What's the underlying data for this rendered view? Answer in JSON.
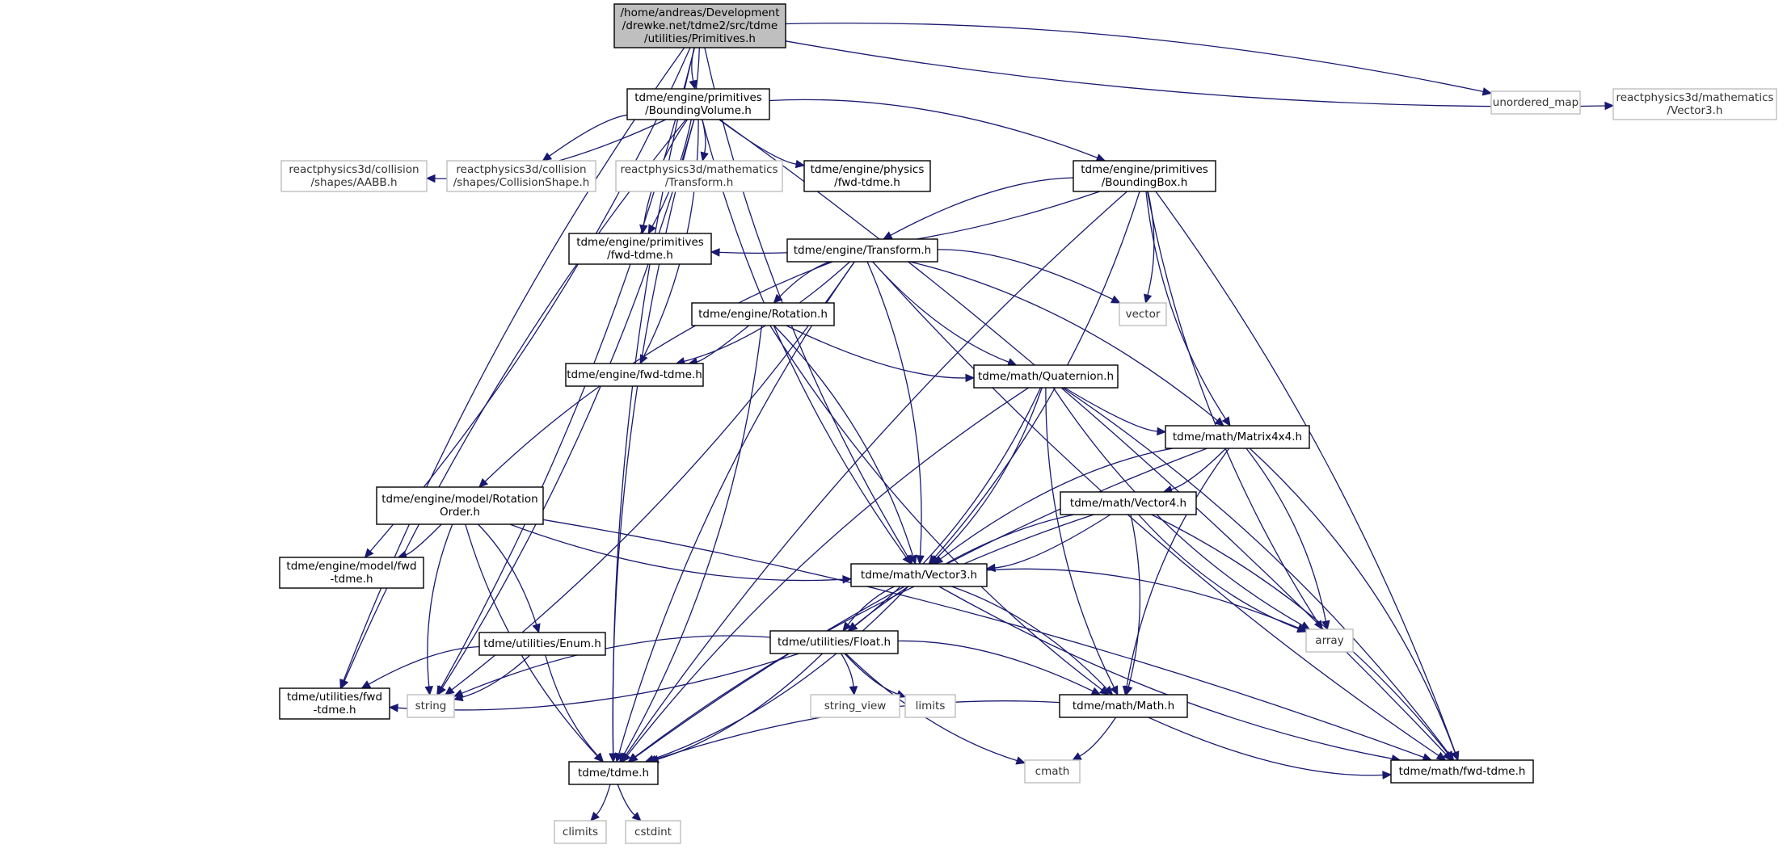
{
  "graph": {
    "colors": {
      "edge": "#191970",
      "root_fill": "#bfbfbf",
      "node_border": "#000000",
      "ext_border": "#bfbfbf"
    },
    "nodes": [
      {
        "id": "primitives",
        "lines": [
          "/home/andreas/Development",
          "/drewke.net/tdme2/src/tdme",
          "/utilities/Primitives.h"
        ],
        "kind": "root"
      },
      {
        "id": "boundingvolume",
        "lines": [
          "tdme/engine/primitives",
          "/BoundingVolume.h"
        ],
        "kind": "local"
      },
      {
        "id": "unordered_map",
        "lines": [
          "unordered_map"
        ],
        "kind": "ext"
      },
      {
        "id": "rp3d_vector3",
        "lines": [
          "reactphysics3d/mathematics",
          "/Vector3.h"
        ],
        "kind": "ext"
      },
      {
        "id": "rp3d_aabb",
        "lines": [
          "reactphysics3d/collision",
          "/shapes/AABB.h"
        ],
        "kind": "ext"
      },
      {
        "id": "rp3d_collisionshape",
        "lines": [
          "reactphysics3d/collision",
          "/shapes/CollisionShape.h"
        ],
        "kind": "ext"
      },
      {
        "id": "rp3d_transform",
        "lines": [
          "reactphysics3d/mathematics",
          "/Transform.h"
        ],
        "kind": "ext"
      },
      {
        "id": "physics_fwd",
        "lines": [
          "tdme/engine/physics",
          "/fwd-tdme.h"
        ],
        "kind": "local"
      },
      {
        "id": "boundingbox",
        "lines": [
          "tdme/engine/primitives",
          "/BoundingBox.h"
        ],
        "kind": "local"
      },
      {
        "id": "primitives_fwd",
        "lines": [
          "tdme/engine/primitives",
          "/fwd-tdme.h"
        ],
        "kind": "local"
      },
      {
        "id": "transform",
        "lines": [
          "tdme/engine/Transform.h"
        ],
        "kind": "local"
      },
      {
        "id": "vector",
        "lines": [
          "vector"
        ],
        "kind": "ext"
      },
      {
        "id": "rotation",
        "lines": [
          "tdme/engine/Rotation.h"
        ],
        "kind": "local"
      },
      {
        "id": "engine_fwd",
        "lines": [
          "tdme/engine/fwd-tdme.h"
        ],
        "kind": "local"
      },
      {
        "id": "quaternion",
        "lines": [
          "tdme/math/Quaternion.h"
        ],
        "kind": "local"
      },
      {
        "id": "matrix4x4",
        "lines": [
          "tdme/math/Matrix4x4.h"
        ],
        "kind": "local"
      },
      {
        "id": "rotationorder",
        "lines": [
          "tdme/engine/model/Rotation",
          "Order.h"
        ],
        "kind": "local"
      },
      {
        "id": "vector4",
        "lines": [
          "tdme/math/Vector4.h"
        ],
        "kind": "local"
      },
      {
        "id": "model_fwd",
        "lines": [
          "tdme/engine/model/fwd",
          "-tdme.h"
        ],
        "kind": "local"
      },
      {
        "id": "vector3",
        "lines": [
          "tdme/math/Vector3.h"
        ],
        "kind": "local"
      },
      {
        "id": "array",
        "lines": [
          "array"
        ],
        "kind": "ext"
      },
      {
        "id": "enum",
        "lines": [
          "tdme/utilities/Enum.h"
        ],
        "kind": "local"
      },
      {
        "id": "float",
        "lines": [
          "tdme/utilities/Float.h"
        ],
        "kind": "local"
      },
      {
        "id": "utilities_fwd",
        "lines": [
          "tdme/utilities/fwd",
          "-tdme.h"
        ],
        "kind": "local"
      },
      {
        "id": "string",
        "lines": [
          "string"
        ],
        "kind": "ext"
      },
      {
        "id": "string_view",
        "lines": [
          "string_view"
        ],
        "kind": "ext"
      },
      {
        "id": "limits",
        "lines": [
          "limits"
        ],
        "kind": "ext"
      },
      {
        "id": "math",
        "lines": [
          "tdme/math/Math.h"
        ],
        "kind": "local"
      },
      {
        "id": "tdme",
        "lines": [
          "tdme/tdme.h"
        ],
        "kind": "local"
      },
      {
        "id": "cmath",
        "lines": [
          "cmath"
        ],
        "kind": "ext"
      },
      {
        "id": "math_fwd",
        "lines": [
          "tdme/math/fwd-tdme.h"
        ],
        "kind": "local"
      },
      {
        "id": "climits",
        "lines": [
          "climits"
        ],
        "kind": "ext"
      },
      {
        "id": "cstdint",
        "lines": [
          "cstdint"
        ],
        "kind": "ext"
      }
    ],
    "edges": [
      [
        "primitives",
        "boundingvolume"
      ],
      [
        "primitives",
        "unordered_map"
      ],
      [
        "primitives",
        "rp3d_vector3"
      ],
      [
        "primitives",
        "primitives_fwd"
      ],
      [
        "primitives",
        "vector3"
      ],
      [
        "primitives",
        "model_fwd"
      ],
      [
        "primitives",
        "utilities_fwd"
      ],
      [
        "primitives",
        "string"
      ],
      [
        "primitives",
        "tdme"
      ],
      [
        "boundingvolume",
        "rp3d_aabb"
      ],
      [
        "boundingvolume",
        "rp3d_collisionshape"
      ],
      [
        "boundingvolume",
        "rp3d_transform"
      ],
      [
        "boundingvolume",
        "physics_fwd"
      ],
      [
        "boundingvolume",
        "boundingbox"
      ],
      [
        "boundingvolume",
        "primitives_fwd"
      ],
      [
        "boundingvolume",
        "engine_fwd"
      ],
      [
        "boundingvolume",
        "vector3"
      ],
      [
        "boundingvolume",
        "math_fwd"
      ],
      [
        "boundingvolume",
        "utilities_fwd"
      ],
      [
        "boundingvolume",
        "string"
      ],
      [
        "boundingvolume",
        "tdme"
      ],
      [
        "boundingbox",
        "primitives_fwd"
      ],
      [
        "boundingbox",
        "transform"
      ],
      [
        "boundingbox",
        "vector"
      ],
      [
        "boundingbox",
        "array"
      ],
      [
        "boundingbox",
        "vector3"
      ],
      [
        "boundingbox",
        "matrix4x4"
      ],
      [
        "boundingbox",
        "math_fwd"
      ],
      [
        "boundingbox",
        "tdme"
      ],
      [
        "transform",
        "vector"
      ],
      [
        "transform",
        "rotation"
      ],
      [
        "transform",
        "engine_fwd"
      ],
      [
        "transform",
        "quaternion"
      ],
      [
        "transform",
        "matrix4x4"
      ],
      [
        "transform",
        "rotationorder"
      ],
      [
        "transform",
        "vector3"
      ],
      [
        "transform",
        "math_fwd"
      ],
      [
        "transform",
        "string"
      ],
      [
        "transform",
        "tdme"
      ],
      [
        "rotation",
        "engine_fwd"
      ],
      [
        "rotation",
        "quaternion"
      ],
      [
        "rotation",
        "vector3"
      ],
      [
        "rotation",
        "math"
      ],
      [
        "rotation",
        "tdme"
      ],
      [
        "quaternion",
        "matrix4x4"
      ],
      [
        "quaternion",
        "vector3"
      ],
      [
        "quaternion",
        "array"
      ],
      [
        "quaternion",
        "float"
      ],
      [
        "quaternion",
        "math"
      ],
      [
        "quaternion",
        "math_fwd"
      ],
      [
        "quaternion",
        "tdme"
      ],
      [
        "matrix4x4",
        "vector4"
      ],
      [
        "matrix4x4",
        "vector3"
      ],
      [
        "matrix4x4",
        "array"
      ],
      [
        "matrix4x4",
        "math"
      ],
      [
        "matrix4x4",
        "math_fwd"
      ],
      [
        "matrix4x4",
        "tdme"
      ],
      [
        "vector4",
        "vector3"
      ],
      [
        "vector4",
        "float"
      ],
      [
        "vector4",
        "math"
      ],
      [
        "vector4",
        "array"
      ],
      [
        "vector4",
        "math_fwd"
      ],
      [
        "vector4",
        "tdme"
      ],
      [
        "rotationorder",
        "model_fwd"
      ],
      [
        "rotationorder",
        "vector3"
      ],
      [
        "rotationorder",
        "enum"
      ],
      [
        "rotationorder",
        "string"
      ],
      [
        "rotationorder",
        "math_fwd"
      ],
      [
        "rotationorder",
        "tdme"
      ],
      [
        "vector3",
        "array"
      ],
      [
        "vector3",
        "float"
      ],
      [
        "vector3",
        "math"
      ],
      [
        "vector3",
        "math_fwd"
      ],
      [
        "vector3",
        "tdme"
      ],
      [
        "enum",
        "utilities_fwd"
      ],
      [
        "enum",
        "string"
      ],
      [
        "enum",
        "tdme"
      ],
      [
        "float",
        "utilities_fwd"
      ],
      [
        "float",
        "string"
      ],
      [
        "float",
        "string_view"
      ],
      [
        "float",
        "limits"
      ],
      [
        "float",
        "math"
      ],
      [
        "float",
        "cmath"
      ],
      [
        "float",
        "tdme"
      ],
      [
        "math",
        "tdme"
      ],
      [
        "math",
        "cmath"
      ],
      [
        "math",
        "math_fwd"
      ],
      [
        "tdme",
        "climits"
      ],
      [
        "tdme",
        "cstdint"
      ]
    ]
  }
}
